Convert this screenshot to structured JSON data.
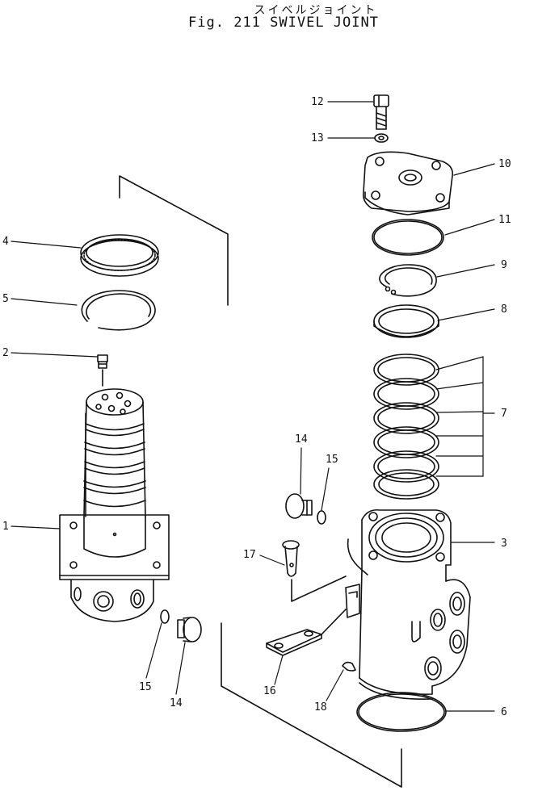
{
  "figure": {
    "title_jp": "スイベルジョイント",
    "title_en": "Fig. 211 SWIVEL JOINT"
  },
  "callouts": {
    "c1": "1",
    "c2": "2",
    "c3": "3",
    "c4": "4",
    "c5": "5",
    "c6": "6",
    "c7": "7",
    "c8": "8",
    "c9": "9",
    "c10": "10",
    "c11": "11",
    "c12": "12",
    "c13": "13",
    "c14a": "14",
    "c14b": "14",
    "c15a": "15",
    "c15b": "15",
    "c16": "16",
    "c17": "17",
    "c18": "18"
  },
  "parts": [
    {
      "id": "1",
      "name": "shaft"
    },
    {
      "id": "2",
      "name": "plug"
    },
    {
      "id": "3",
      "name": "body"
    },
    {
      "id": "4",
      "name": "oil-seal"
    },
    {
      "id": "5",
      "name": "snap-ring"
    },
    {
      "id": "6",
      "name": "o-ring"
    },
    {
      "id": "7",
      "name": "seal-rings"
    },
    {
      "id": "8",
      "name": "ring"
    },
    {
      "id": "9",
      "name": "snap-ring"
    },
    {
      "id": "10",
      "name": "cover"
    },
    {
      "id": "11",
      "name": "o-ring"
    },
    {
      "id": "12",
      "name": "bolt"
    },
    {
      "id": "13",
      "name": "washer"
    },
    {
      "id": "14",
      "name": "plug"
    },
    {
      "id": "15",
      "name": "o-ring"
    },
    {
      "id": "16",
      "name": "stopper"
    },
    {
      "id": "17",
      "name": "pin"
    },
    {
      "id": "18",
      "name": "cotter-pin"
    }
  ],
  "colors": {
    "ink": "#111111",
    "paper": "#ffffff"
  }
}
